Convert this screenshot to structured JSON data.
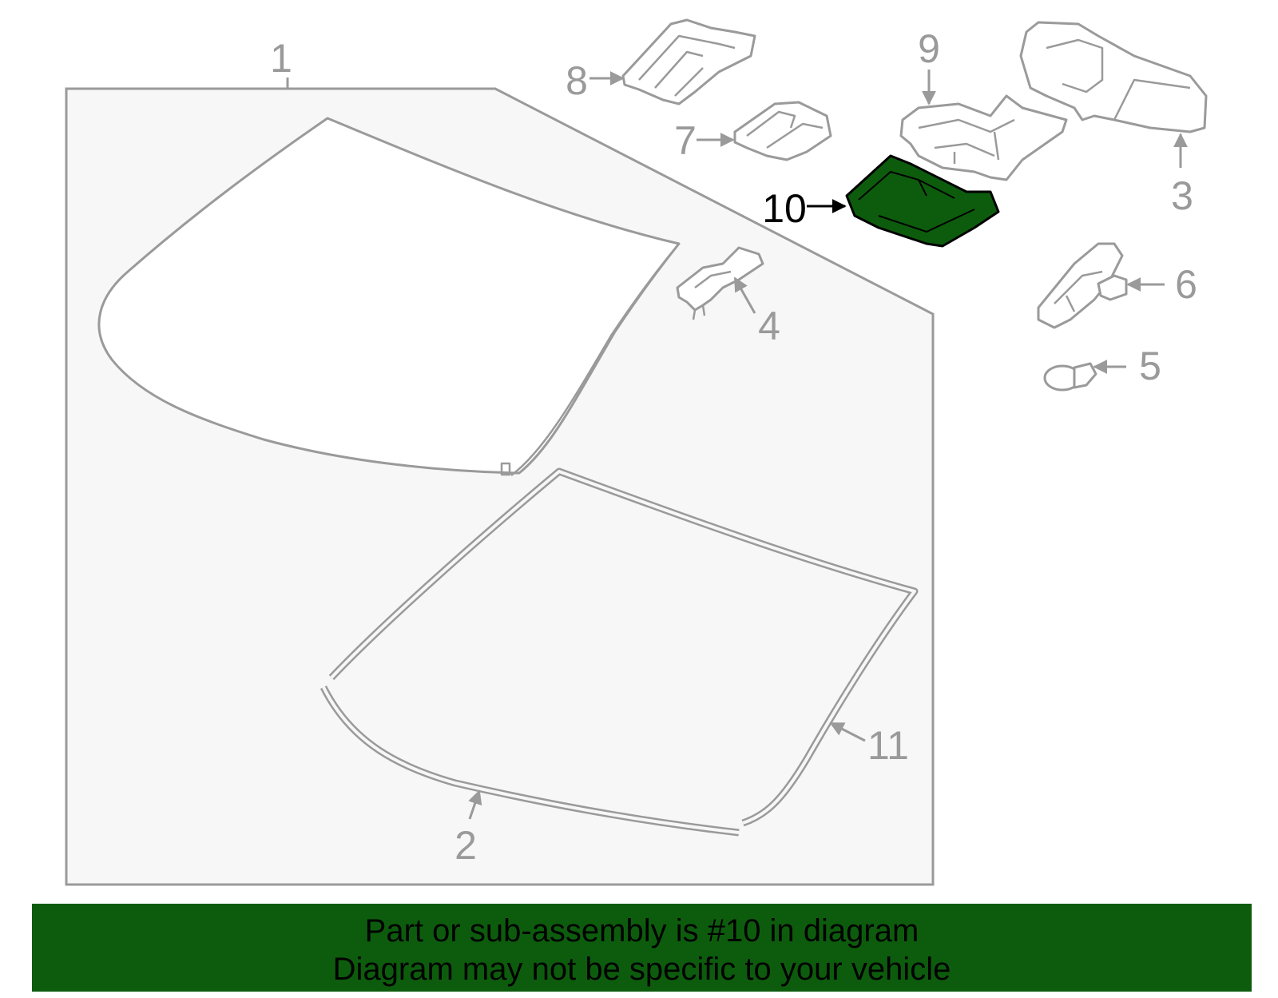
{
  "callouts": {
    "c1": "1",
    "c2": "2",
    "c3": "3",
    "c4": "4",
    "c5": "5",
    "c6": "6",
    "c7": "7",
    "c8": "8",
    "c9": "9",
    "c10": "10",
    "c11": "11"
  },
  "highlighted_part": "10",
  "colors": {
    "highlight_fill": "#0d5c0d",
    "line_gray": "#9a9a9a",
    "panel_bg": "#f7f7f7",
    "banner_bg": "#0d5c0d"
  },
  "banner": {
    "line1": "Part or sub-assembly is #10 in diagram",
    "line2": "Diagram may not be specific to your vehicle"
  }
}
